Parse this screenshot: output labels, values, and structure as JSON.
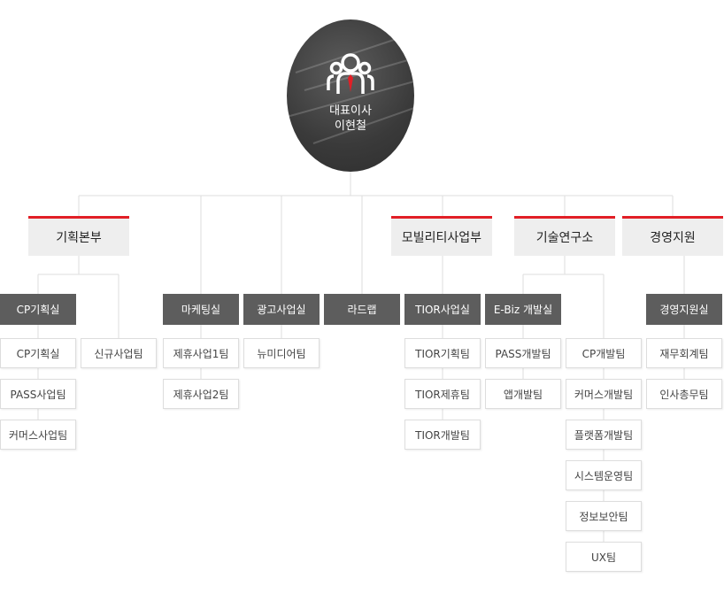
{
  "ceo": {
    "title": "대표이사",
    "name": "이현철"
  },
  "colors": {
    "accent": "#e21f26",
    "dept_bg": "#5d5d5d",
    "hq_bg": "#eeeeee",
    "line": "#dddddd"
  },
  "divisions": [
    {
      "label": "기획본부"
    },
    {
      "label": "모빌리티사업부"
    },
    {
      "label": "기술연구소"
    },
    {
      "label": "경영지원"
    }
  ],
  "depts": [
    {
      "label": "CP기획실",
      "teams": [
        "CP기획실",
        "PASS사업팀",
        "커머스사업팀"
      ]
    },
    {
      "label": "마케팅실",
      "teams": [
        "제휴사업1팀",
        "제휴사업2팀"
      ]
    },
    {
      "label": "광고사업실",
      "teams": [
        "뉴미디어팀"
      ]
    },
    {
      "label": "라드랩",
      "teams": []
    },
    {
      "label": "TIOR사업실",
      "teams": [
        "TIOR기획팀",
        "TIOR제휴팀",
        "TIOR개발팀"
      ]
    },
    {
      "label": "E-Biz 개발실",
      "teams": [
        "PASS개발팀",
        "앱개발팀"
      ]
    },
    {
      "label": "경영지원실",
      "teams": [
        "재무회계팀",
        "인사총무팀"
      ]
    }
  ],
  "standalone_teams": [
    {
      "label": "신규사업팀"
    },
    {
      "label": "CP개발팀"
    },
    {
      "label": "커머스개발팀"
    },
    {
      "label": "플랫폼개발팀"
    },
    {
      "label": "시스템운영팀"
    },
    {
      "label": "정보보안팀"
    },
    {
      "label": "UX팀"
    }
  ]
}
